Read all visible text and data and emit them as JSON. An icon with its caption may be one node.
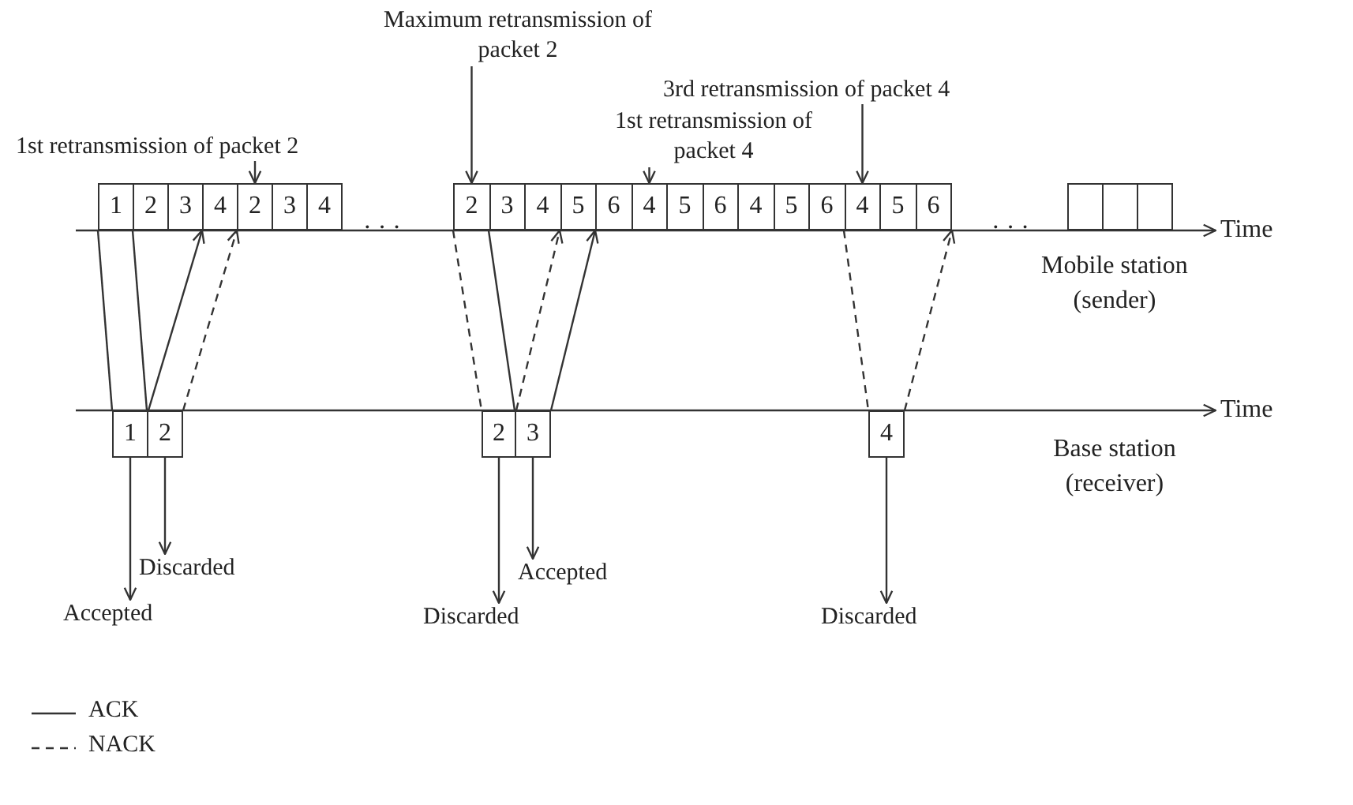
{
  "diagram": {
    "nodes": [
      {
        "text": [
          "Maximum retransmission of packet 2"
        ]
      },
      {
        "text": [
          "3rd retransmission of packet 4"
        ]
      },
      {
        "text": [
          "1st retransmission of packet 4"
        ]
      },
      {
        "text": [
          "1st retransmission of packet 2"
        ]
      },
      {
        "text": [
          "1"
        ]
      },
      {
        "text": [
          "2"
        ]
      },
      {
        "text": [
          "3"
        ]
      },
      {
        "text": [
          "4"
        ]
      },
      {
        "text": [
          "2"
        ]
      },
      {
        "text": [
          "3"
        ]
      },
      {
        "text": [
          "4"
        ]
      },
      {
        "text": [
          "2"
        ]
      },
      {
        "text": [
          "3"
        ]
      },
      {
        "text": [
          "4"
        ]
      },
      {
        "text": [
          "5"
        ]
      },
      {
        "text": [
          "6"
        ]
      },
      {
        "text": [
          "4"
        ]
      },
      {
        "text": [
          "5"
        ]
      },
      {
        "text": [
          "6"
        ]
      },
      {
        "text": [
          "4"
        ]
      },
      {
        "text": [
          "5"
        ]
      },
      {
        "text": [
          "6"
        ]
      },
      {
        "text": [
          "4"
        ]
      },
      {
        "text": [
          "5"
        ]
      },
      {
        "text": [
          "6"
        ]
      },
      {
        "text": [],
        "shape": "box"
      },
      {
        "text": [],
        "shape": "box"
      },
      {
        "text": [],
        "shape": "box"
      },
      {
        "text": [
          "1"
        ]
      },
      {
        "text": [
          "2"
        ]
      },
      {
        "text": [
          "2"
        ]
      },
      {
        "text": [
          "3"
        ]
      },
      {
        "text": [
          "4"
        ]
      },
      {
        "text": [
          "Discarded"
        ]
      },
      {
        "text": [
          "Accepted"
        ]
      },
      {
        "text": [
          "Accepted"
        ]
      },
      {
        "text": [
          "Discarded"
        ]
      },
      {
        "text": [
          "Discarded"
        ]
      }
    ],
    "edges": [
      {
        "from": 0,
        "to": 11,
        "arrow": "to"
      },
      {
        "from": 1,
        "to": 22,
        "arrow": "to"
      },
      {
        "from": 2,
        "to": 16,
        "arrow": "to"
      },
      {
        "from": 3,
        "to": 8,
        "arrow": "to"
      },
      {
        "from": 4,
        "to": 28,
        "arrow": "none"
      },
      {
        "from": 5,
        "to": 29,
        "arrow": "none"
      },
      {
        "from": 11,
        "to": 30,
        "arrow": "none",
        "style": "dashed"
      },
      {
        "from": 12,
        "to": 31,
        "arrow": "none"
      },
      {
        "from": 22,
        "to": 32,
        "arrow": "none",
        "style": "dashed"
      },
      {
        "from": 28,
        "to": 7,
        "arrow": "to"
      },
      {
        "from": 29,
        "to": 8,
        "arrow": "to",
        "style": "dashed"
      },
      {
        "from": 30,
        "to": 14,
        "arrow": "to",
        "style": "dashed"
      },
      {
        "from": 31,
        "to": 15,
        "arrow": "to"
      },
      {
        "from": 32,
        "to": 24,
        "arrow": "to",
        "style": "dashed"
      },
      {
        "from": 28,
        "to": 34,
        "arrow": "to"
      },
      {
        "from": 29,
        "to": 33,
        "arrow": "to"
      },
      {
        "from": 30,
        "to": 36,
        "arrow": "to"
      },
      {
        "from": 31,
        "to": 35,
        "arrow": "to"
      },
      {
        "from": 32,
        "to": 37,
        "arrow": "to"
      }
    ],
    "labels": [
      "· · ·",
      "· · ·",
      "Time",
      "Mobile station (sender)",
      "Time",
      "Base station (receiver)"
    ],
    "legend": [
      {
        "text": "ACK"
      },
      {
        "text": "NACK"
      }
    ]
  }
}
